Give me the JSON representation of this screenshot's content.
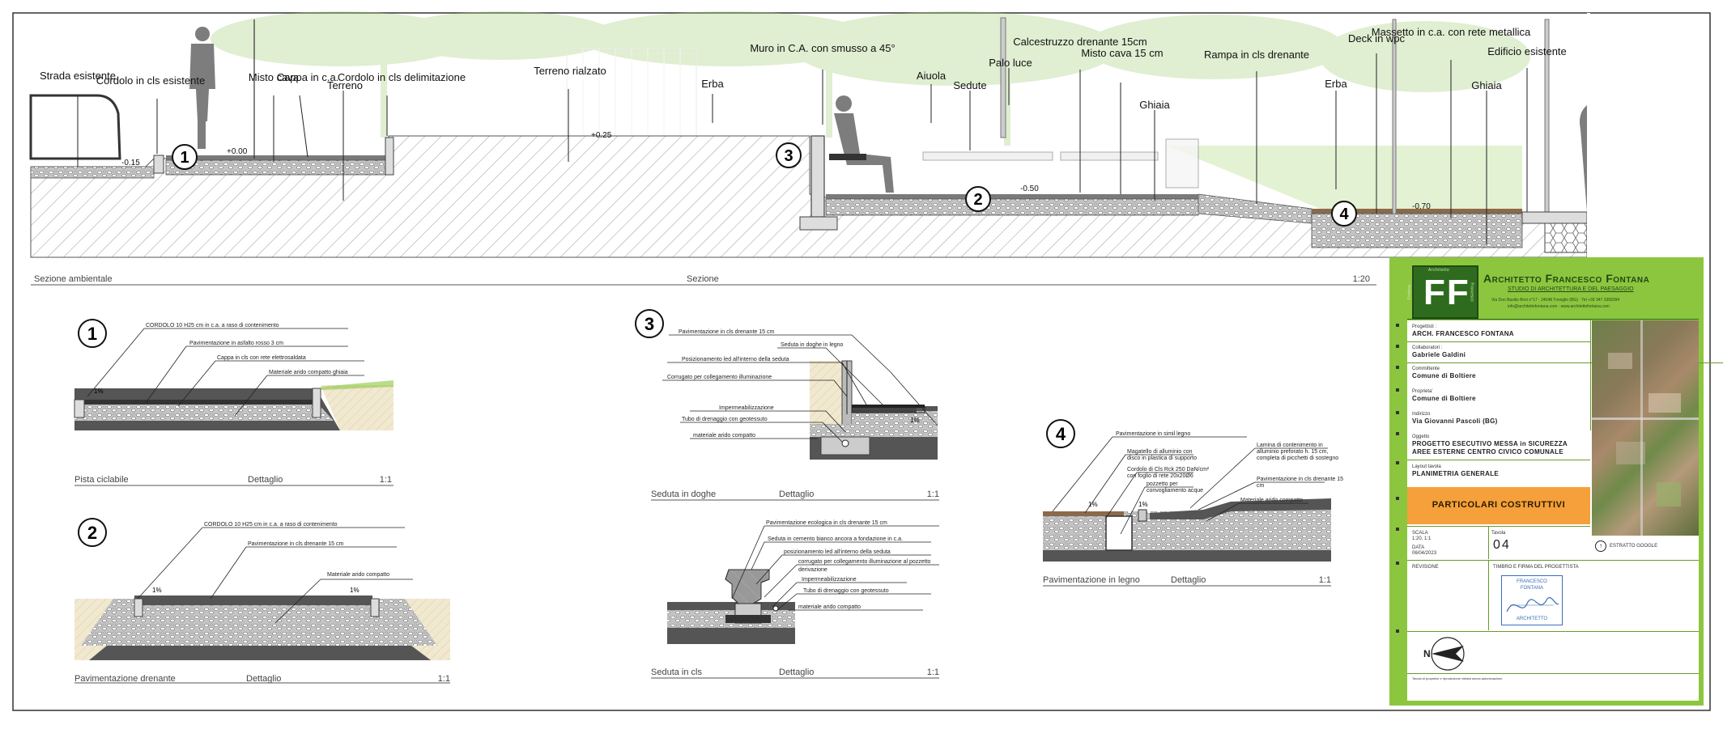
{
  "section": {
    "labels": [
      "Strada esistente",
      "Cordolo in cls esistente",
      "Misto cava",
      "Cappa in c.a.",
      "Terreno",
      "Cordolo in cls delimitazione",
      "Terreno rialzato",
      "Erba",
      "Muro in C.A. con smusso a 45°",
      "Aiuola",
      "Sedute",
      "Palo luce",
      "Calcestruzzo drenante 15cm",
      "Misto cava 15 cm",
      "Ghiaia",
      "Rampa in cls drenante",
      "Erba",
      "Deck in wpc",
      "Massetto in c.a. con rete metallica",
      "Ghiaia",
      "Edificio esistente"
    ],
    "levels": [
      "-0.15",
      "+0.00",
      "+0.25",
      "-0.50",
      "-0.70"
    ],
    "markers": [
      "1",
      "2",
      "3",
      "4"
    ],
    "caption_left": "Sezione ambientale",
    "caption_mid": "Sezione",
    "scale": "1:20"
  },
  "details": {
    "d1": {
      "num": "1",
      "notes": [
        "CORDOLO 10 H25 cm in c.a. a raso di contenimento",
        "Pavimentazione in asfalto rosso 3 cm",
        "Cappa in cls con rete elettrosaldata",
        "Materiale arido compatto ghiaia"
      ],
      "slope": "1%",
      "name": "Pista ciclabile",
      "type": "Dettaglio",
      "scale": "1:1"
    },
    "d2": {
      "num": "2",
      "notes": [
        "CORDOLO 10 H25 cm in c.a. a raso di contenimento",
        "Pavimentazione in cls drenante 15 cm",
        "Materiale arido compatto"
      ],
      "slope_l": "1%",
      "slope_r": "1%",
      "name": "Pavimentazione drenante",
      "type": "Dettaglio",
      "scale": "1:1"
    },
    "d3a": {
      "num": "3",
      "notes": [
        "Pavimentazione in cls drenante 15 cm",
        "Seduta in doghe in legno",
        "Posizionamento led all'interno della seduta",
        "Corrugato per collegamento illuminazione",
        "Impermeabilizzazione",
        "Tubo di drenaggio con geotessuto",
        "materiale arido compatto"
      ],
      "slope": "1%",
      "name": "Seduta in doghe",
      "type": "Dettaglio",
      "scale": "1:1"
    },
    "d3b": {
      "notes": [
        "Pavimentazione ecologica in cls drenante 15 cm",
        "Seduta in cemento bianco ancora a fondazione in c.a.",
        "posizionamento led all'interno della seduta",
        "corrugato per collegamento illuminazione al pozzetto",
        "derivazione",
        "Impermeabilizzazione",
        "Tubo di drenaggio con geotessuto",
        "materiale arido compatto"
      ],
      "name": "Seduta in cls",
      "type": "Dettaglio",
      "scale": "1:1"
    },
    "d4": {
      "num": "4",
      "notes": [
        "Pavimentazione in simil legno",
        "Magatello di alluminio con",
        "disco in plastica di supporto",
        "Cordolo di Cls Rck 250 DaN/cm²",
        "con foglio di rete 20x20Ø6",
        "pozzetto per",
        "convogliamento acque",
        "Lamina di contenimento in",
        "alluminio preforato h. 15 cm,",
        "completa di picchetti di sostegno",
        "Pavimentazione in cls drenante 15",
        "cm",
        "Materiale arido compatto"
      ],
      "slope_l": "1%",
      "slope_r": "1%",
      "name": "Pavimentazione in legno",
      "type": "Dettaglio",
      "scale": "1:1"
    }
  },
  "title_block": {
    "logo_letters": "FF",
    "logo_side_left": "Fontana",
    "logo_top": "Architetto",
    "logo_side_right": "Francesco",
    "studio_name": "Architetto Francesco Fontana",
    "studio_sub": "STUDIO DI ARCHITETTURA E DEL PAESAGGIO",
    "studio_addr": "Via Don Basilio Brivi n°17 · 24048 Treviglio (BG) · Tel +39 347 3358284",
    "studio_web": "info@architettofontana.com · www.architettofontana.com",
    "fields": [
      {
        "label": "Progettisti :",
        "value": "Arch. Francesco Fontana"
      },
      {
        "label": "Collaboratori :",
        "value": "Gabriele Galdini"
      },
      {
        "label": "Committente",
        "value": "Comune di Boltiere"
      },
      {
        "label": "Proprieta'",
        "value": "Comune di Boltiere"
      },
      {
        "label": "Indirizzo",
        "value": "Via Giovanni Pascoli (BG)"
      },
      {
        "label": "Oggetto",
        "value": "PROGETTO ESECUTIVO MESSA in SICUREZZA AREE ESTERNE CENTRO CIVICO COMUNALE"
      },
      {
        "label": "Layout tavola",
        "value": "PLANIMETRIA GENERALE"
      }
    ],
    "banner": "PARTICOLARI COSTRUTTIVI",
    "scala_label": "Scala",
    "scala_value": "1:20, 1:1",
    "data_label": "Data",
    "data_value": "06/04/2023",
    "tavola_label": "Tavola",
    "tavola_value": "04",
    "estratto": "Estratto Google",
    "revisione": "Revisione",
    "timbro": "Timbro e firma del progettista",
    "stamp_lines": [
      "FRANCESCO",
      "FONTANA",
      "ARCHITETTO"
    ],
    "footer": "Tavola di proprieta' e riproduzione vietata senza autorizzazione"
  },
  "colors": {
    "green": "#8cc63f",
    "dark_green": "#2e6b1f",
    "orange": "#f5a03a",
    "soil": "#efe6cf",
    "gravel": "#b9b9b9",
    "concrete": "#d8d8d8",
    "stamp": "#3b6fb5"
  }
}
